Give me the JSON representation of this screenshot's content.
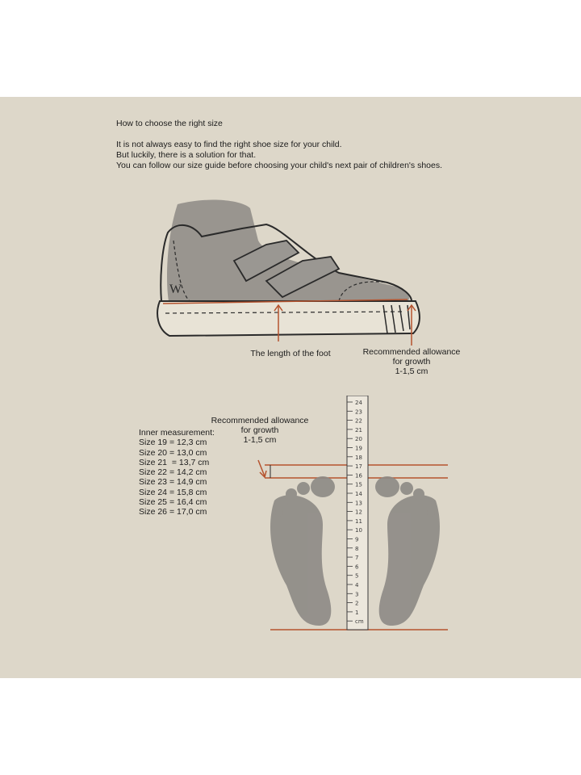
{
  "intro": {
    "title": "How to choose the right size",
    "lines": [
      "It is not always easy to find the right shoe size for your child.",
      "But luckily, there is a solution for that.",
      "You can follow our size guide before choosing your child's next pair of children's shoes."
    ]
  },
  "shoe_diagram": {
    "foot_length_label": "The length of the foot",
    "allowance_label_1": "Recommended allowance",
    "allowance_label_2": "for growth",
    "allowance_label_3": "1-1,5 cm",
    "logo_letter": "W"
  },
  "feet_diagram": {
    "allowance_label_1": "Recommended allowance",
    "allowance_label_2": "for growth",
    "allowance_label_3": "1-1,5 cm",
    "ruler_ticks": [
      "24",
      "23",
      "22",
      "21",
      "20",
      "19",
      "18",
      "17",
      "16",
      "15",
      "14",
      "13",
      "12",
      "11",
      "10",
      "9",
      "8",
      "7",
      "6",
      "5",
      "4",
      "3",
      "2",
      "1",
      "cm"
    ]
  },
  "inner_measurement": {
    "heading": "Inner measurement:",
    "rows": [
      "Size 19 = 12,3 cm",
      "Size 20 = 13,0 cm",
      "Size 21  = 13,7 cm",
      "Size 22 = 14,2 cm",
      "Size 23 = 14,9 cm",
      "Size 24 = 15,8 cm",
      "Size 25 = 16,4 cm",
      "Size 26 = 17,0 cm"
    ]
  },
  "colors": {
    "background": "#ddd7c9",
    "accent": "#b5532e",
    "ink": "#2a2a2a",
    "wash": "#8d8a85"
  }
}
